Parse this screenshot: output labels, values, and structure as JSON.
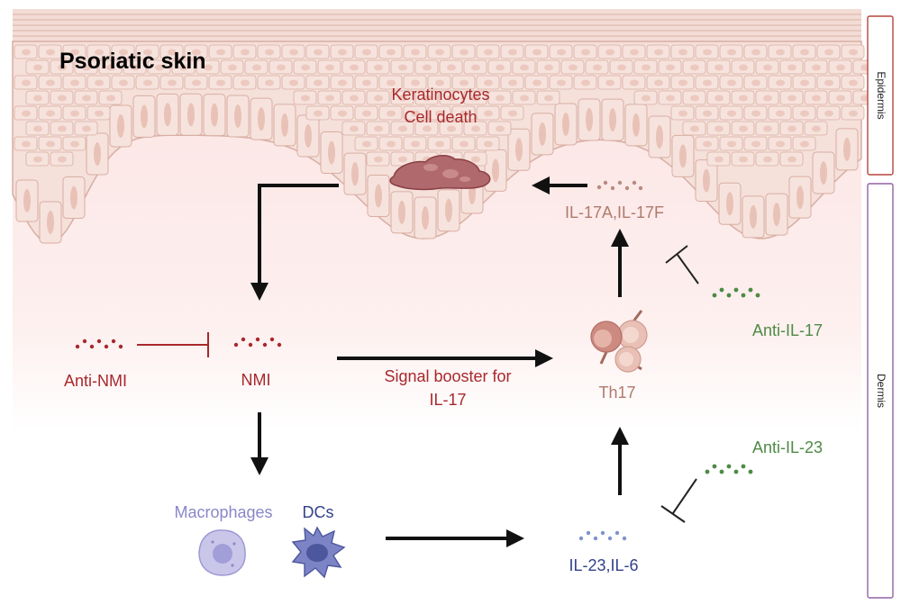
{
  "title": "Psoriatic skin",
  "layers": {
    "epidermis": "Epidermis",
    "dermis": "Dermis"
  },
  "keratinocytes": {
    "line1": "Keratinocytes",
    "line2": "Cell death"
  },
  "cytokines": {
    "il17": "IL-17A,IL-17F",
    "il23": "IL-23,IL-6"
  },
  "cells": {
    "th17": "Th17",
    "macrophages": "Macrophages",
    "dcs": "DCs"
  },
  "molecules": {
    "nmi": "NMI"
  },
  "drugs": {
    "anti_nmi": "Anti-NMI",
    "anti_il17": "Anti-IL-17",
    "anti_il23": "Anti-IL-23"
  },
  "edge": {
    "booster_line1": "Signal booster for",
    "booster_line2": "IL-17"
  },
  "colors": {
    "dark_red": "#a8282c",
    "green": "#4e8a45",
    "navy": "#33428a",
    "lavender": "#8a86c8",
    "salmon": "#b07a6c",
    "cell_fill": "#f7e3dd",
    "cell_stroke": "#d8aea3",
    "layer_epidermis": "#b5453c",
    "layer_dermis": "#9560a4"
  }
}
